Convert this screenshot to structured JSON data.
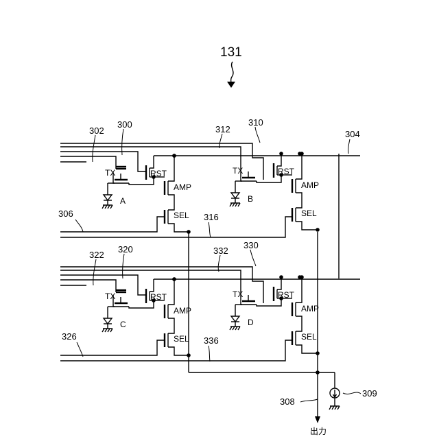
{
  "figure_ref": "131",
  "refs": {
    "r300": "300",
    "r302": "302",
    "r304": "304",
    "r306": "306",
    "r308": "308",
    "r309": "309",
    "r310": "310",
    "r312": "312",
    "r316": "316",
    "r320": "320",
    "r322": "322",
    "r326": "326",
    "r330": "330",
    "r332": "332",
    "r336": "336"
  },
  "transistor_labels": {
    "tx": "TX",
    "rst": "RST",
    "amp": "AMP",
    "sel": "SEL"
  },
  "pixels": [
    {
      "id": "A"
    },
    {
      "id": "B"
    },
    {
      "id": "C"
    },
    {
      "id": "D"
    }
  ],
  "output_label": "出力"
}
